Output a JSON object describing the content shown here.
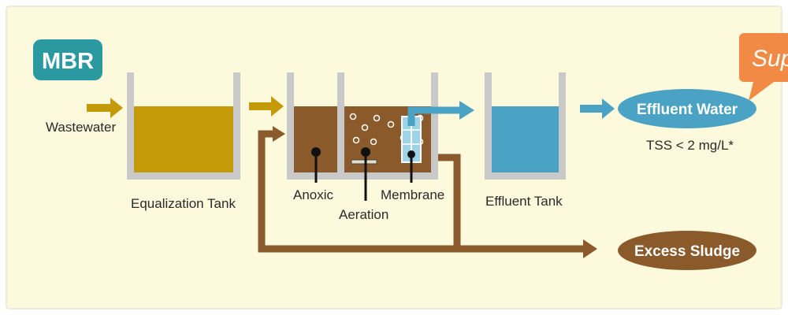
{
  "badge": {
    "text": "MBR",
    "color": "#2a9aa0"
  },
  "callout": {
    "text": "Sup",
    "color": "#f08a45"
  },
  "labels": {
    "wastewater": "Wastewater",
    "equalization_tank": "Equalization Tank",
    "anoxic": "Anoxic",
    "aeration": "Aeration",
    "membrane": "Membrane",
    "effluent_tank": "Effluent Tank",
    "tss": "TSS < 2 mg/L*"
  },
  "outputs": {
    "effluent_water": "Effluent Water",
    "excess_sludge": "Excess Sludge"
  },
  "colors": {
    "background": "#fdf9dc",
    "wastewater_liquid": "#c49a08",
    "sludge": "#8b5a2b",
    "clean_water": "#4aa3c4",
    "tank_wall": "#c9c9c9",
    "pill_blue": "#4aa3c4",
    "pill_brown": "#8b5a2b"
  }
}
